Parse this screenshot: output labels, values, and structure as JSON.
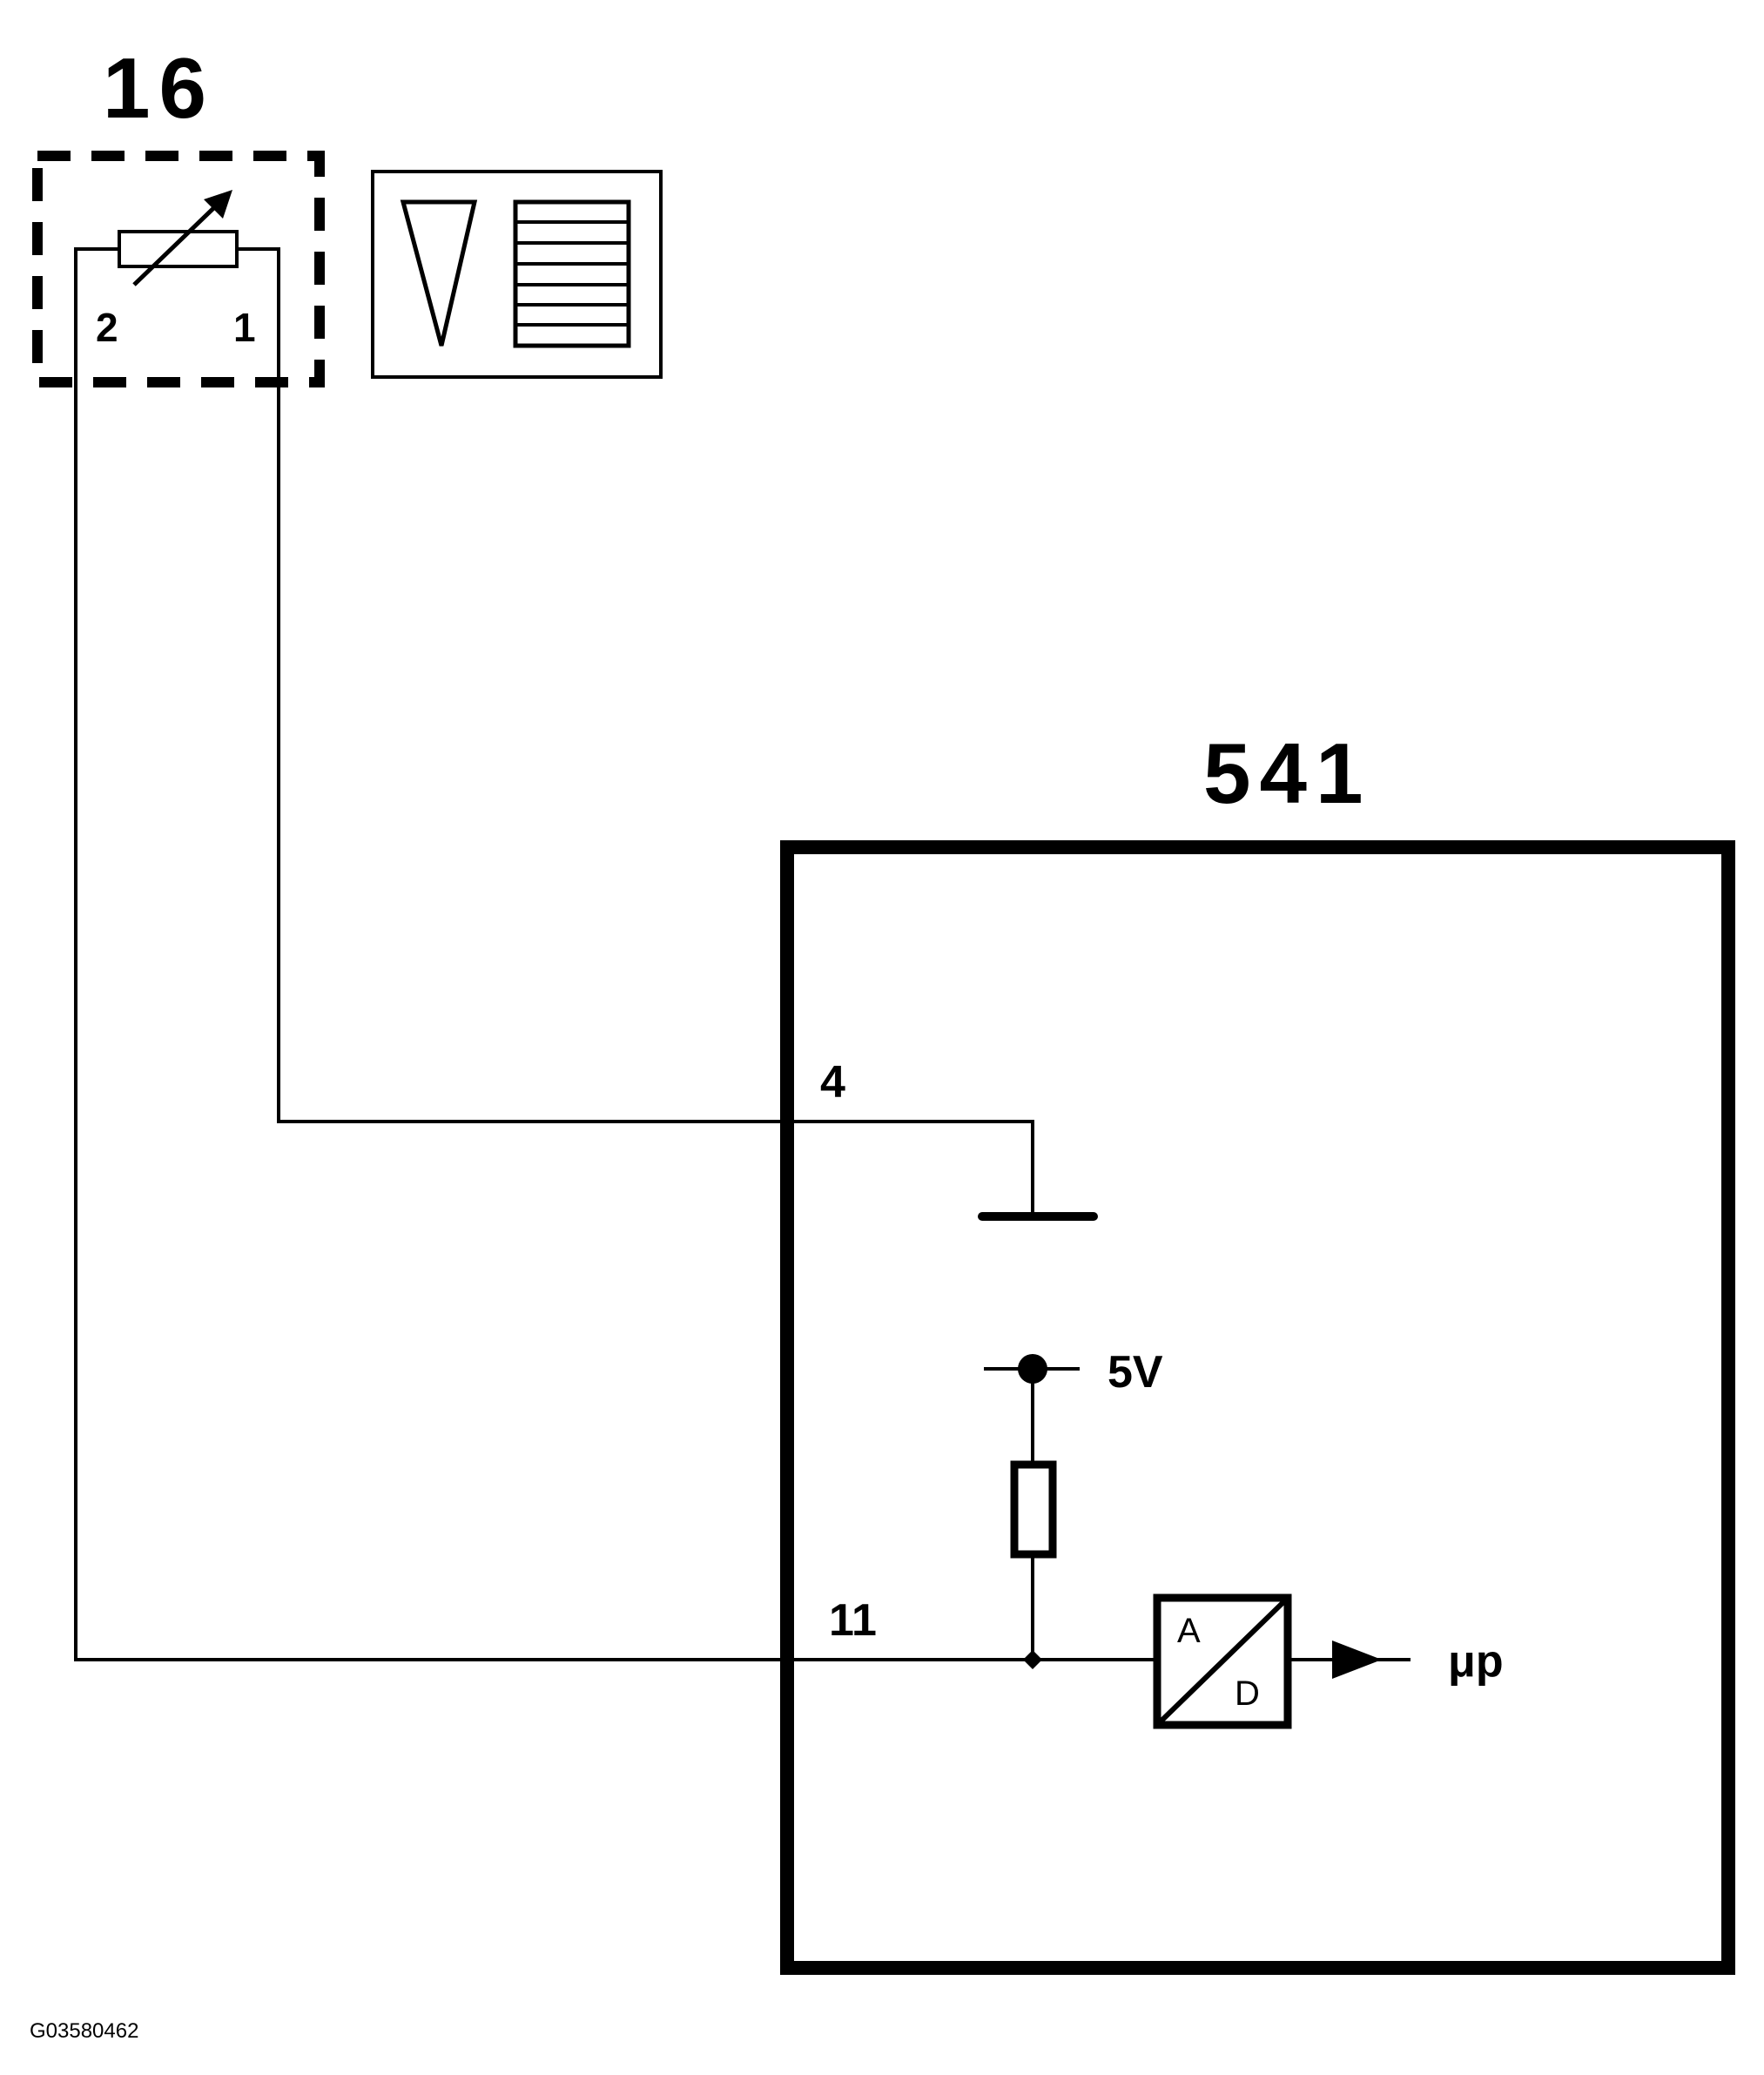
{
  "component_16": {
    "label": "16",
    "pin_left": "2",
    "pin_right": "1"
  },
  "module_541": {
    "label": "541",
    "pin_4": "4",
    "pin_11": "11",
    "supply": "5V"
  },
  "converter": {
    "a": "A",
    "d": "D",
    "output": "μp"
  },
  "image_code": "G03580462"
}
